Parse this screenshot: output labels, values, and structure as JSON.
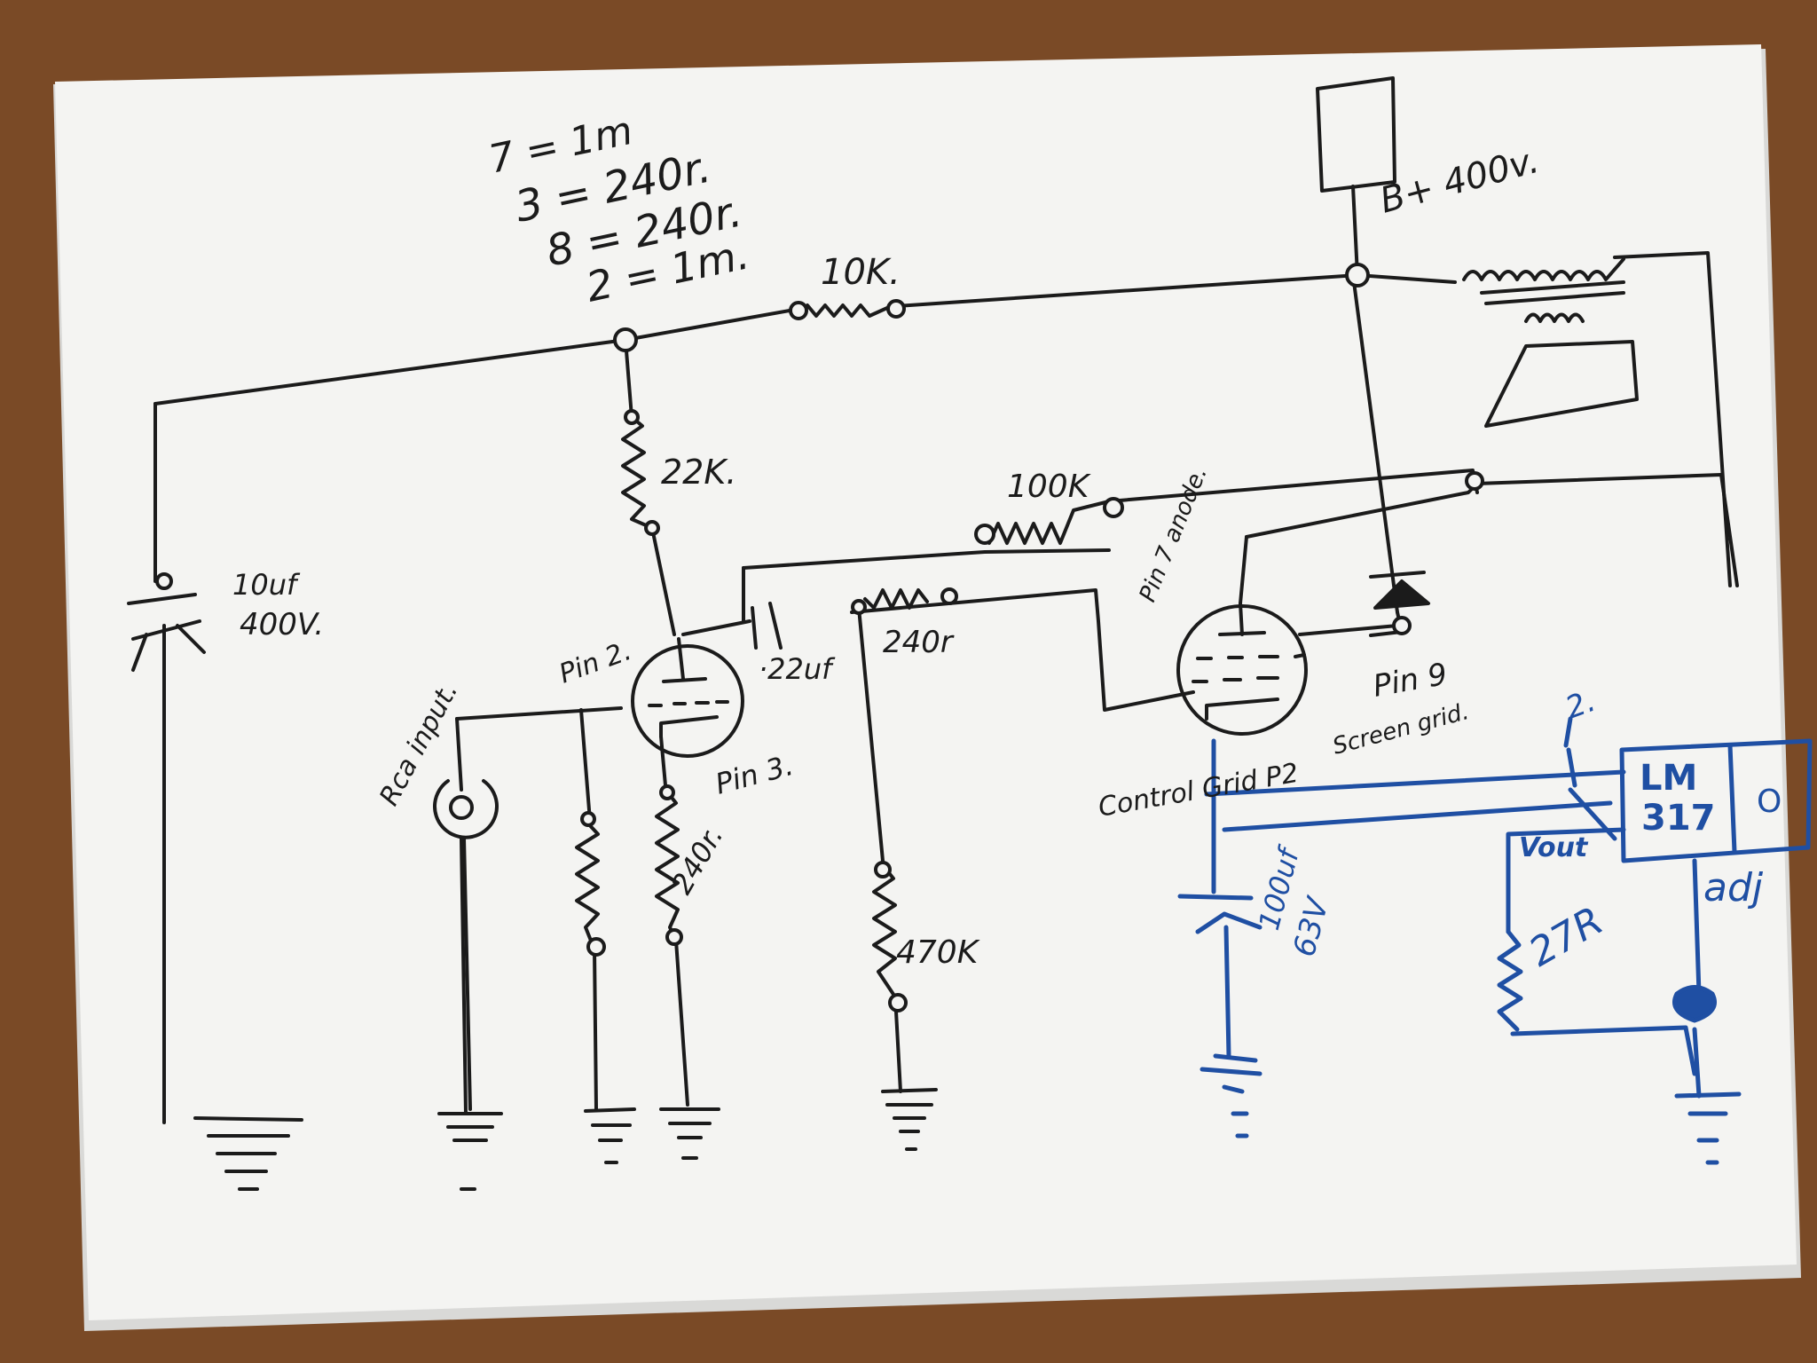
{
  "colors": {
    "ink": "#1b1b1b",
    "blue_ink": "#1f4fa3",
    "paper": "#f4f4f2",
    "table": "#7a4a26"
  },
  "notes": {
    "line1": "7 = 1m",
    "line2": "3 = 240r.",
    "line3": "8 = 240r.",
    "line4": "2 = 1m."
  },
  "labels": {
    "r_10k": "10K.",
    "bplus": "B+ 400v.",
    "r_22k": "22K.",
    "r_100k": "100K",
    "cap_10uf": "10uf",
    "cap_400v": "400V.",
    "pin7_anode": "Pin 7 anode.",
    "pin2": "Pin 2.",
    "cap_022": "·22uf",
    "r_240_top": "240r",
    "pin9": "Pin 9",
    "screen_grid": "Screen grid.",
    "rca_input": "Rca input.",
    "pin3": "Pin 3.",
    "r_240_cathode": "240r.",
    "r_470k": "470K",
    "control_grid": "Control Grid P2",
    "cap_100uf": "100uf",
    "cap_63v": "63V",
    "lm317_a": "LM",
    "lm317_b": "317",
    "lm317_o": "O",
    "vout": "Vout",
    "r_27r": "27R",
    "adj": "adj",
    "arrow_note": "2."
  }
}
